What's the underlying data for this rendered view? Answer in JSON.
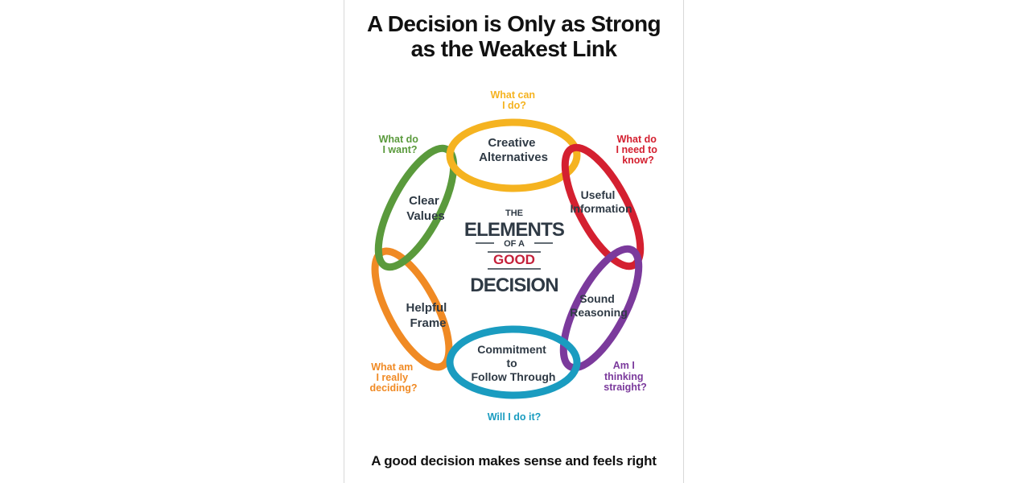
{
  "title": {
    "line1": "A Decision is Only as Strong",
    "line2": "as the Weakest Link"
  },
  "center": {
    "line1": "THE",
    "line2": "ELEMENTS",
    "line3": "OF A",
    "line4": "GOOD",
    "line5": "DECISION"
  },
  "links": [
    {
      "label_lines": [
        "Creative",
        "Alternatives"
      ],
      "question_lines": [
        "What can",
        "I do?"
      ],
      "color": "#f5b320"
    },
    {
      "label_lines": [
        "Useful",
        "Information"
      ],
      "question_lines": [
        "What do",
        "I need to",
        "know?"
      ],
      "color": "#d42030"
    },
    {
      "label_lines": [
        "Sound",
        "Reasoning"
      ],
      "question_lines": [
        "Am I",
        "thinking",
        "straight?"
      ],
      "color": "#7b3a9c"
    },
    {
      "label_lines": [
        "Commitment",
        "to",
        "Follow Through"
      ],
      "question_lines": [
        "Will I do it?"
      ],
      "color": "#1a9cc0"
    },
    {
      "label_lines": [
        "Helpful",
        "Frame"
      ],
      "question_lines": [
        "What am",
        "I really",
        "deciding?"
      ],
      "color": "#f08a24"
    },
    {
      "label_lines": [
        "Clear",
        "Values"
      ],
      "question_lines": [
        "What do",
        "I want?"
      ],
      "color": "#5a9a3c"
    }
  ],
  "footer": "A good decision makes sense and feels right"
}
